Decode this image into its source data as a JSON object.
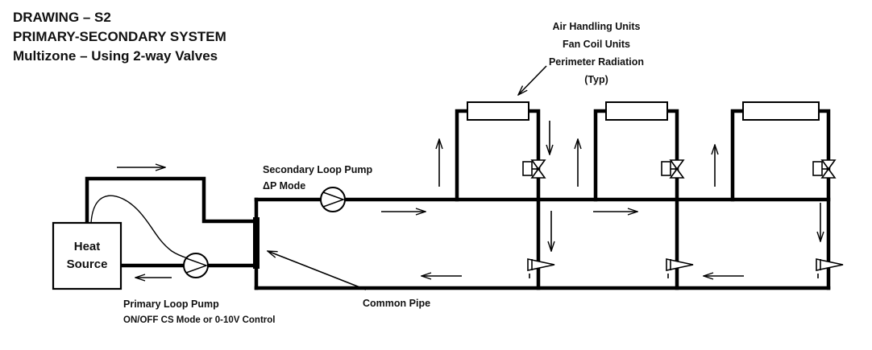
{
  "title": {
    "line1": "DRAWING – S2",
    "line2": "PRIMARY-SECONDARY SYSTEM",
    "line3": "Multizone – Using 2-way Valves"
  },
  "terminals_label": {
    "line1": "Air Handling Units",
    "line2": "Fan Coil Units",
    "line3": "Perimeter Radiation",
    "line4": "(Typ)"
  },
  "secondary_pump": {
    "line1": "Secondary Loop Pump",
    "line2": "ΔP Mode"
  },
  "heat_source": {
    "line1": "Heat",
    "line2": "Source"
  },
  "primary_pump": {
    "line1": "Primary Loop Pump",
    "line2": "ON/OFF CS Mode or 0-10V Control"
  },
  "common_pipe": "Common Pipe"
}
